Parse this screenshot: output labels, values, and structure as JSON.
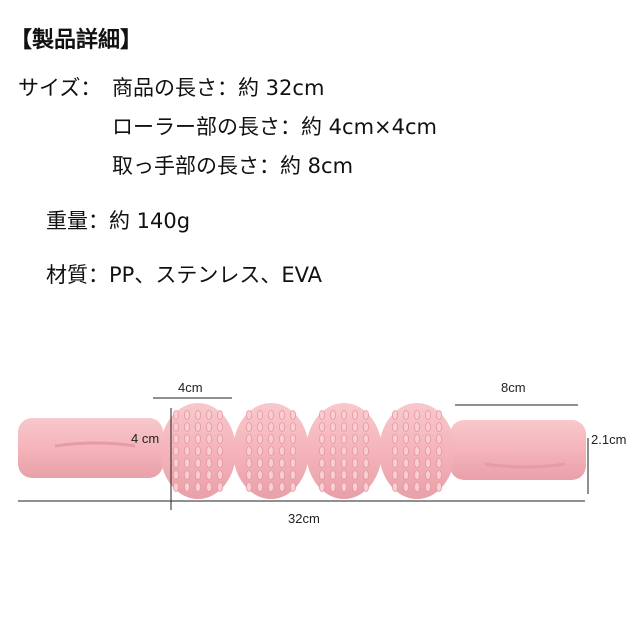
{
  "title": "【製品詳細】",
  "specs": {
    "size_label": "サイズ：",
    "size_lines": [
      "商品の長さ：約 32cm",
      "ローラー部の長さ：約 4cm×4cm",
      "取っ手部の長さ：約 8cm"
    ],
    "weight": "重量：約 140g",
    "material": "材質：PP、ステンレス、EVA"
  },
  "dimensions": {
    "ball_width": "4cm",
    "ball_height": "4 cm",
    "handle_length": "8cm",
    "handle_diameter": "2.1cm",
    "total_length": "32cm"
  },
  "colors": {
    "product_pink": "#f4b6bb",
    "product_shade": "#e99aa2"
  }
}
